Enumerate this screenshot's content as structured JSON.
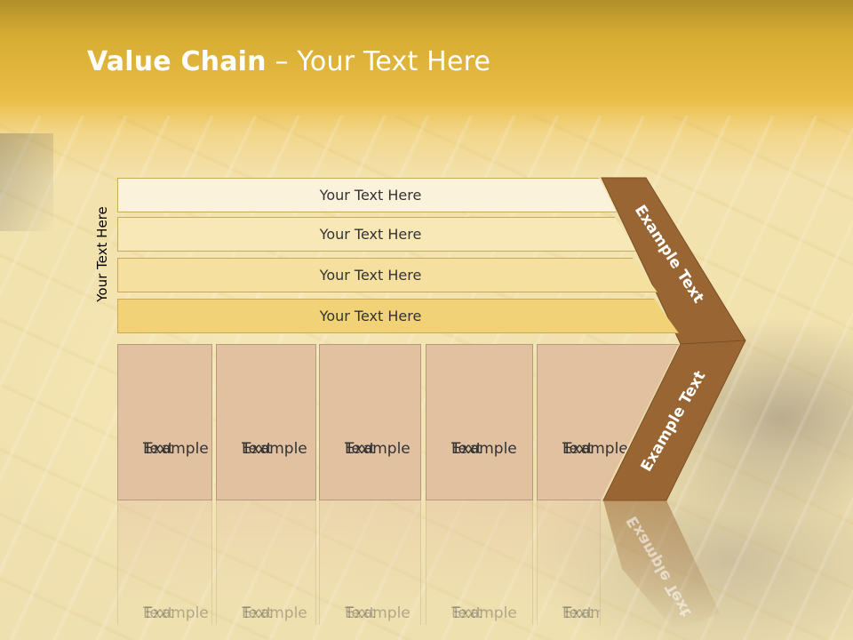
{
  "slide": {
    "title_bold": "Value Chain",
    "title_rest": " – Your Text Here",
    "side_label": "Your Text Here"
  },
  "bars": [
    {
      "label": "Your Text Here"
    },
    {
      "label": "Your Text Here"
    },
    {
      "label": "Your Text Here"
    },
    {
      "label": "Your Text Here"
    }
  ],
  "boxes": [
    {
      "line1": "Example",
      "line2": "Text"
    },
    {
      "line1": "Example",
      "line2": "Text"
    },
    {
      "line1": "Example",
      "line2": "Text"
    },
    {
      "line1": "Example",
      "line2": "Text"
    },
    {
      "line1": "Example",
      "line2": "Text"
    }
  ],
  "chevron": {
    "upper_label": "Example Text",
    "lower_label": "Example Text",
    "color": "#996633"
  }
}
